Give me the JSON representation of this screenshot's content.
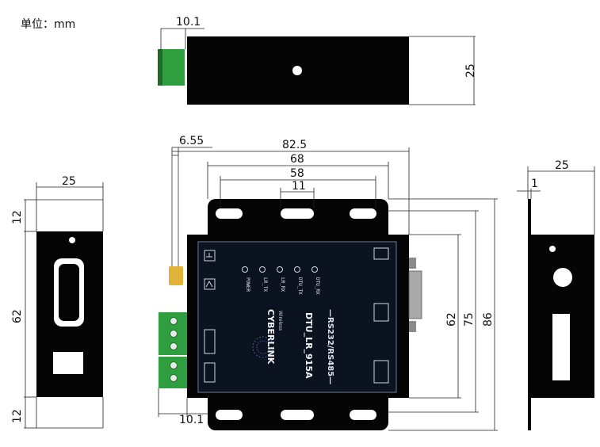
{
  "unit_label": "单位：mm",
  "top_view": {
    "dim_width": "10.1",
    "dim_height": "25"
  },
  "front_view": {
    "dim_antenna": "6.55",
    "dim_overall": "82.5",
    "dim_68": "68",
    "dim_58": "58",
    "dim_11": "11",
    "dim_62": "62",
    "dim_75": "75",
    "dim_86": "86",
    "dim_bottom": "10.1",
    "model": "DTU_LR_915A",
    "interface": "—RS232/RS485—",
    "brand": "CYBERLINK",
    "brand_sub": "Wireless",
    "leds": [
      "POWER",
      "LR_TX",
      "LR_RX",
      "DTU_TX",
      "DTU_RX"
    ]
  },
  "left_view": {
    "dim_width": "25",
    "dim_top": "12",
    "dim_mid": "62",
    "dim_bot": "12"
  },
  "right_view": {
    "dim_width": "25",
    "dim_plate": "1"
  },
  "colors": {
    "terminal": "#2e9e3e",
    "body": "#050505",
    "lcd": "#0b1220"
  }
}
